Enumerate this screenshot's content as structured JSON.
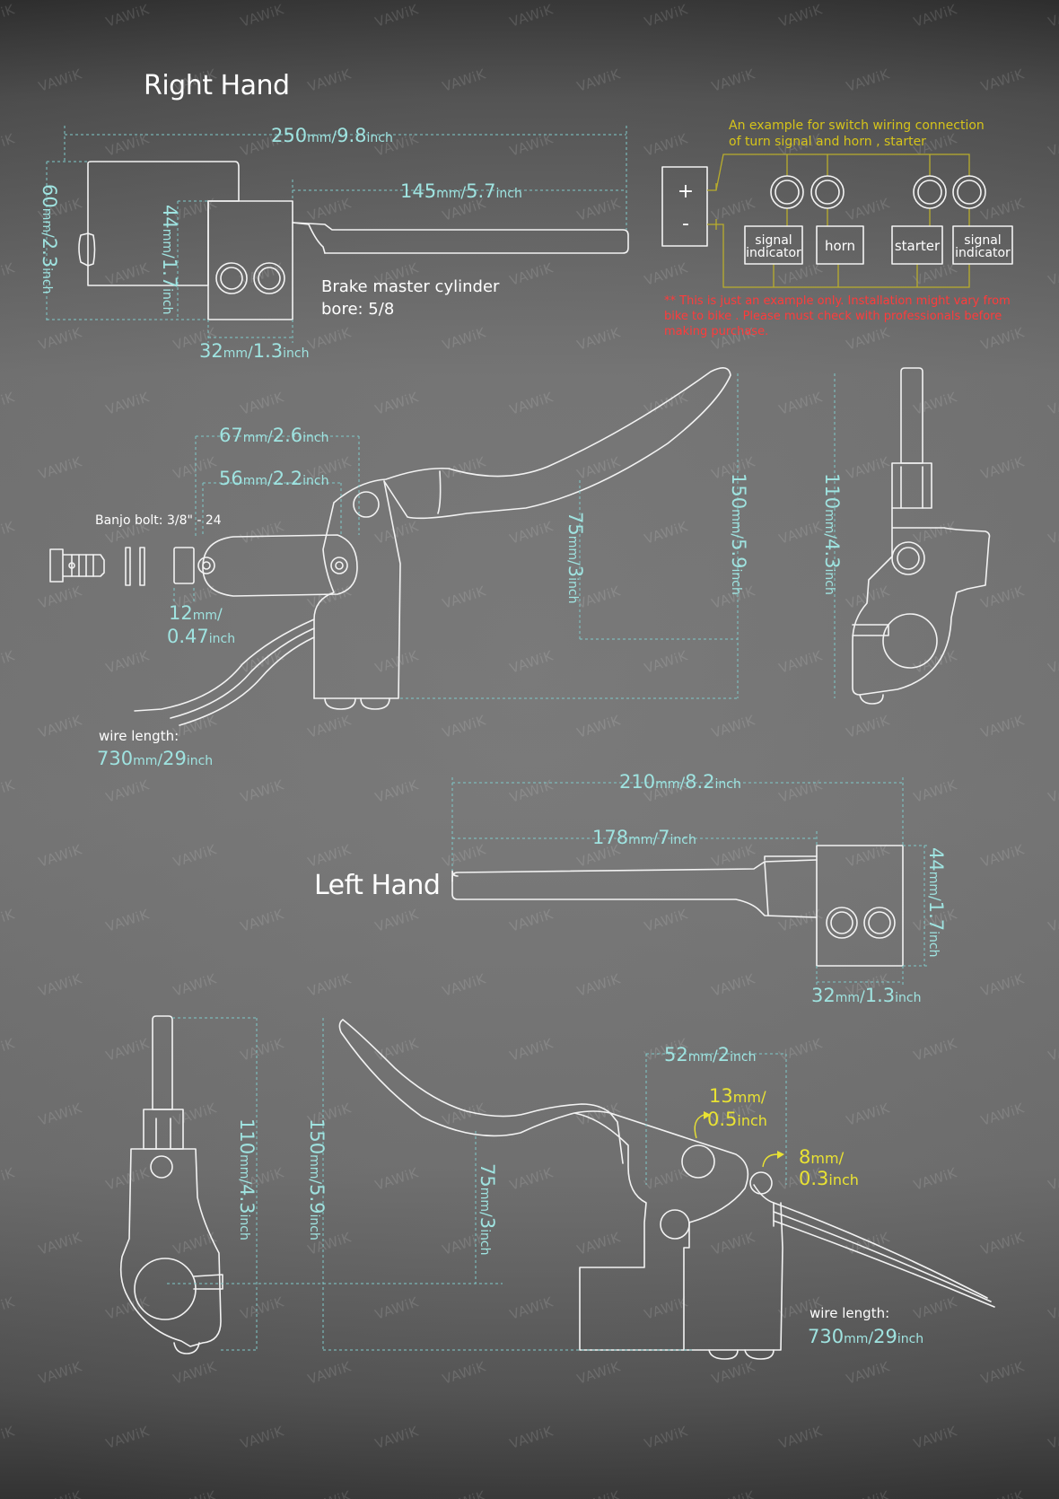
{
  "watermark": "VAWiK",
  "colors": {
    "dimension": "#9fe3e0",
    "drawing": "#f2f2f2",
    "highlight": "#e9e233",
    "warning": "#ff3b3b",
    "wiring": "#b9ad2c"
  },
  "right_hand": {
    "title": "Right Hand",
    "dim_overall_length": {
      "mm": "250",
      "mm_unit": "mm",
      "sep": "/",
      "inch": "9.8",
      "inch_unit": "inch"
    },
    "dim_lever_length": {
      "mm": "145",
      "mm_unit": "mm",
      "sep": "/",
      "inch": "5.7",
      "inch_unit": "inch"
    },
    "dim_body_height": {
      "mm": "60",
      "mm_unit": "mm",
      "sep": "/",
      "inch": "2.3",
      "inch_unit": "inch"
    },
    "dim_switch_height": {
      "mm": "44",
      "mm_unit": "mm",
      "sep": "/",
      "inch": "1.7",
      "inch_unit": "inch"
    },
    "dim_switch_width": {
      "mm": "32",
      "mm_unit": "mm",
      "sep": "/",
      "inch": "1.3",
      "inch_unit": "inch"
    },
    "cylinder_label_1": "Brake master cylinder",
    "cylinder_label_2": "bore: 5/8",
    "wiring": {
      "caption_1": "An example for switch wiring connection",
      "caption_2": "of turn signal and horn , starter",
      "plus": "+",
      "minus": "-",
      "boxes": [
        {
          "line1": "signal",
          "line2": "indicator"
        },
        {
          "line1": "horn",
          "line2": ""
        },
        {
          "line1": "starter",
          "line2": ""
        },
        {
          "line1": "signal",
          "line2": "indicator"
        }
      ],
      "disclaimer_1": "** This is just an example only. Installation might vary from",
      "disclaimer_2": "bike to bike . Please must check with professionals before",
      "disclaimer_3": "making purchase."
    },
    "dim_clamp_67": {
      "mm": "67",
      "mm_unit": "mm",
      "sep": "/",
      "inch": "2.6",
      "inch_unit": "inch"
    },
    "dim_clamp_56": {
      "mm": "56",
      "mm_unit": "mm",
      "sep": "/",
      "inch": "2.2",
      "inch_unit": "inch"
    },
    "banjo_label": "Banjo bolt: 3/8\" - 24",
    "dim_banjo_1": {
      "mm": "12",
      "mm_unit": "mm",
      "sep": "/"
    },
    "dim_banjo_2": {
      "inch": "0.47",
      "inch_unit": "inch"
    },
    "dim_lever_75": {
      "mm": "75",
      "mm_unit": "mm",
      "sep": "/",
      "inch": "3",
      "inch_unit": "inch"
    },
    "dim_lever_150": {
      "mm": "150",
      "mm_unit": "mm",
      "sep": "/",
      "inch": "5.9",
      "inch_unit": "inch"
    },
    "dim_side_110": {
      "mm": "110",
      "mm_unit": "mm",
      "sep": "/",
      "inch": "4.3",
      "inch_unit": "inch"
    },
    "wire_label": "wire length:",
    "dim_wire": {
      "mm": "730",
      "mm_unit": "mm",
      "sep": "/",
      "inch": "29",
      "inch_unit": "inch"
    }
  },
  "left_hand": {
    "title": "Left Hand",
    "dim_overall_length": {
      "mm": "210",
      "mm_unit": "mm",
      "sep": "/",
      "inch": "8.2",
      "inch_unit": "inch"
    },
    "dim_lever_length": {
      "mm": "178",
      "mm_unit": "mm",
      "sep": "/",
      "inch": "7",
      "inch_unit": "inch"
    },
    "dim_switch_height": {
      "mm": "44",
      "mm_unit": "mm",
      "sep": "/",
      "inch": "1.7",
      "inch_unit": "inch"
    },
    "dim_switch_width": {
      "mm": "32",
      "mm_unit": "mm",
      "sep": "/",
      "inch": "1.3",
      "inch_unit": "inch"
    },
    "dim_side_110": {
      "mm": "110",
      "mm_unit": "mm",
      "sep": "/",
      "inch": "4.3",
      "inch_unit": "inch"
    },
    "dim_lever_150": {
      "mm": "150",
      "mm_unit": "mm",
      "sep": "/",
      "inch": "5.9",
      "inch_unit": "inch"
    },
    "dim_lever_75": {
      "mm": "75",
      "mm_unit": "mm",
      "sep": "/",
      "inch": "3",
      "inch_unit": "inch"
    },
    "dim_pivot_52": {
      "mm": "52",
      "mm_unit": "mm",
      "sep": "/",
      "inch": "2",
      "inch_unit": "inch"
    },
    "dim_hole_13": {
      "mm": "13",
      "mm_unit": "mm",
      "sep": "/",
      "inch": "0.5",
      "inch_unit": "inch"
    },
    "dim_hole_8": {
      "mm": "8",
      "mm_unit": "mm",
      "sep": "/",
      "inch": "0.3",
      "inch_unit": "inch"
    },
    "wire_label": "wire length:",
    "dim_wire": {
      "mm": "730",
      "mm_unit": "mm",
      "sep": "/",
      "inch": "29",
      "inch_unit": "inch"
    }
  }
}
